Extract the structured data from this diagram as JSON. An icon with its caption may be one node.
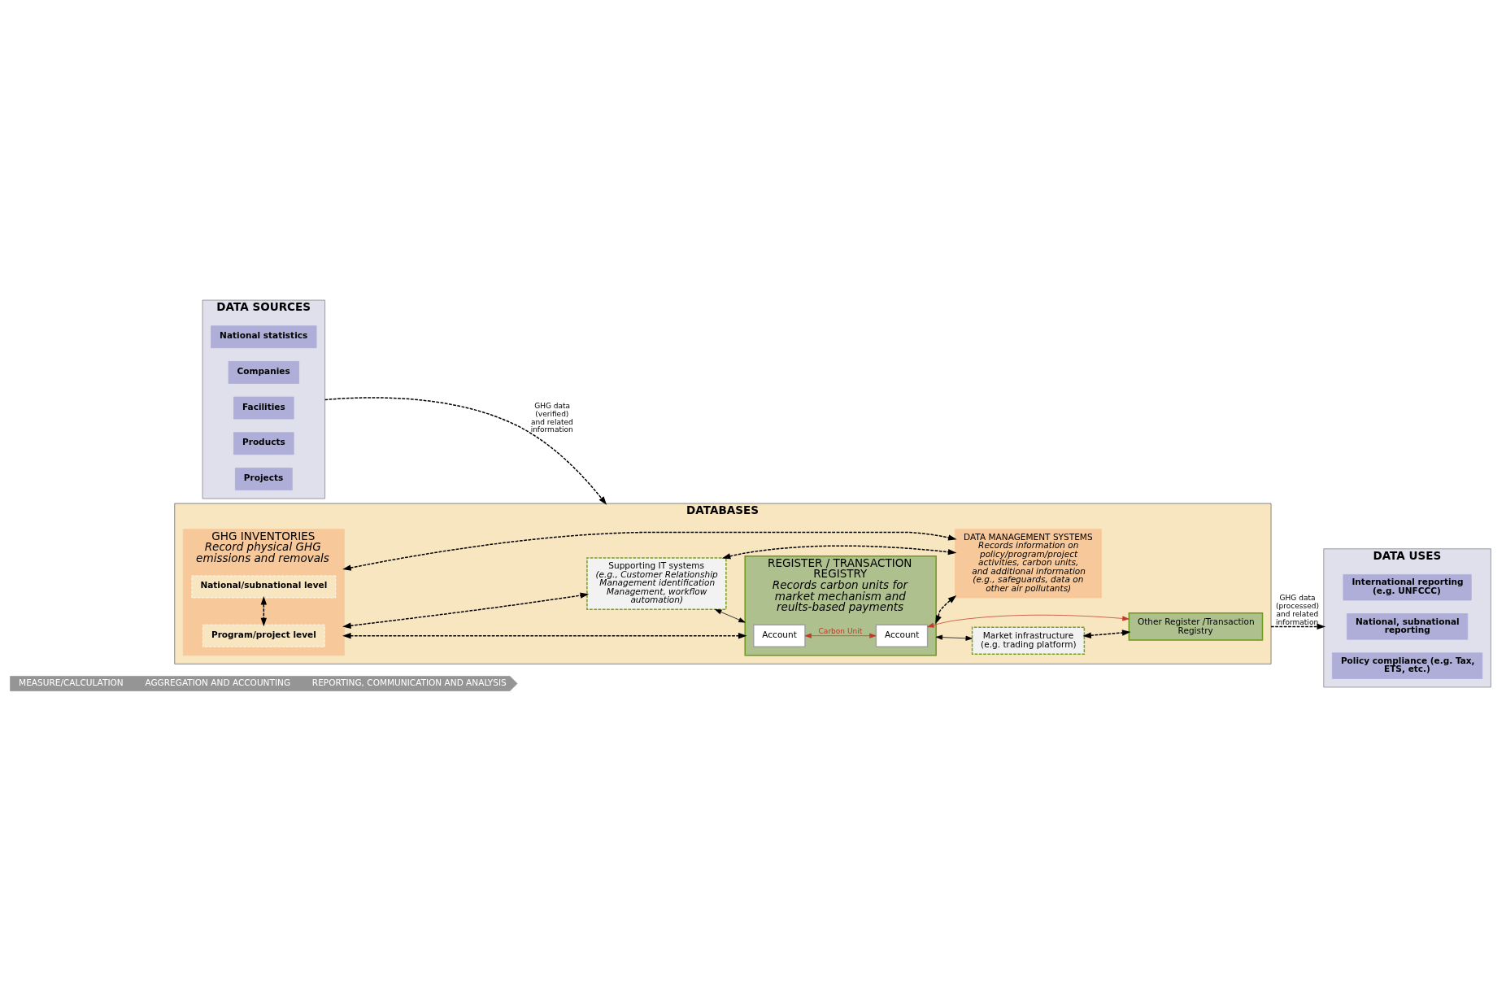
{
  "diagram": {
    "nodes": [
      {
        "text": [
          "MEASURE/CALCULATION",
          "AGGREGATION AND ACCOUNTING",
          "REPORTING, COMMUNICATION AND ANALYSIS"
        ]
      },
      {
        "text": [
          "DATA SOURCES"
        ]
      },
      {
        "text": [
          "National statistics"
        ],
        "in": 1
      },
      {
        "text": [
          "Companies"
        ],
        "in": 1
      },
      {
        "text": [
          "Facilities"
        ],
        "in": 1
      },
      {
        "text": [
          "Products"
        ],
        "in": 1
      },
      {
        "text": [
          "Projects"
        ],
        "in": 1
      },
      {
        "text": [
          "DATABASES"
        ]
      },
      {
        "text": [
          "GHG INVENTORIES",
          "Record physical GHG emissions and removals"
        ],
        "in": 7
      },
      {
        "text": [
          "National/subnational level"
        ],
        "in": 8
      },
      {
        "text": [
          "Program/project level"
        ],
        "in": 8
      },
      {
        "text": [
          "Supporting IT systems",
          "(e.g., Customer Relationship Management identification Management, workflow automation)"
        ],
        "in": 7
      },
      {
        "text": [
          "REGISTER / TRANSACTION REGISTRY",
          "Records carbon units for market mechanism and reults-based payments"
        ],
        "in": 7
      },
      {
        "text": [
          "Account"
        ],
        "in": 12
      },
      {
        "text": [
          "Account"
        ],
        "in": 12
      },
      {
        "text": [
          "Market infrastructure",
          "(e.g. trading platform)"
        ],
        "in": 7
      },
      {
        "text": [
          "Other Register /Transaction Registry"
        ],
        "in": 7
      },
      {
        "text": [
          "DATA MANAGEMENT SYSTEMS",
          "Records information on policy/program/project activities, carbon units, and additional information (e.g., safeguards, data on other air pollutants)"
        ],
        "in": 7
      },
      {
        "text": [
          "DATA USES"
        ]
      },
      {
        "text": [
          "International reporting (e.g. UNFCCC)"
        ],
        "in": 18
      },
      {
        "text": [
          "National, subnational reporting"
        ],
        "in": 18
      },
      {
        "text": [
          "Policy compliance (e.g. Tax, ETS, etc.)"
        ],
        "in": 18
      }
    ],
    "edges": [
      {
        "from": 1,
        "to": 7,
        "arrow": "to",
        "style": "dashed",
        "label": "GHG data (verified) and related information"
      },
      {
        "from": 7,
        "to": 18,
        "arrow": "to",
        "style": "dashed",
        "label": "GHG data (processed) and related information"
      },
      {
        "from": 9,
        "to": 10,
        "arrow": "both",
        "style": "dashed"
      },
      {
        "from": 8,
        "to": 11,
        "arrow": "both",
        "style": "dashed"
      },
      {
        "from": 8,
        "to": 12,
        "arrow": "both",
        "style": "dashed"
      },
      {
        "from": 11,
        "to": 12,
        "arrow": "both"
      },
      {
        "from": 12,
        "to": 15,
        "arrow": "both"
      },
      {
        "from": 15,
        "to": 16,
        "arrow": "both",
        "style": "dashed"
      },
      {
        "from": 13,
        "to": 14,
        "arrow": "both",
        "color": "#c0392b",
        "label": "Carbon Unit"
      },
      {
        "from": 14,
        "to": 16,
        "arrow": "both",
        "color": "#c0392b"
      },
      {
        "from": 11,
        "to": 17,
        "arrow": "both",
        "style": "dashed"
      },
      {
        "from": 12,
        "to": 17,
        "arrow": "both",
        "style": "dashed"
      },
      {
        "from": 8,
        "to": 17,
        "arrow": "both",
        "style": "dashed"
      }
    ]
  }
}
